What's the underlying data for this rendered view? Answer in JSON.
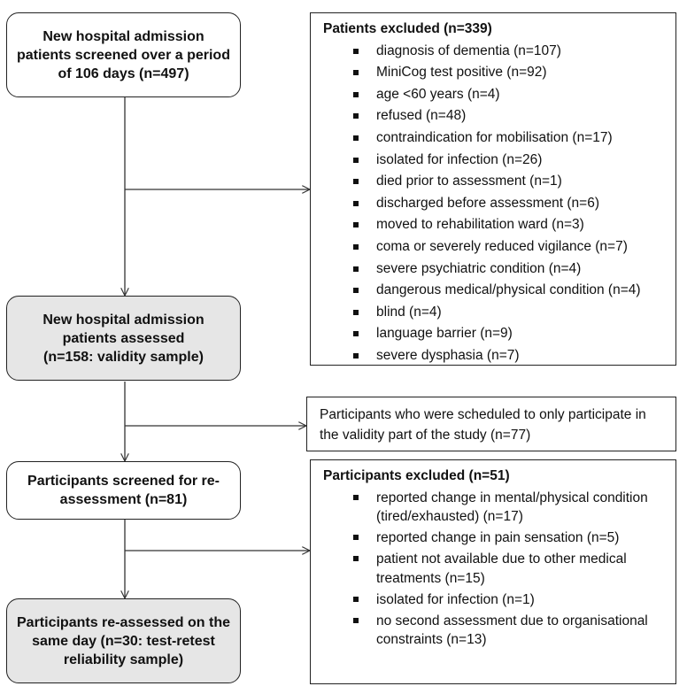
{
  "flow": {
    "screened": "New hospital admission patients screened over a period of 106 days (n=497)",
    "assessed": [
      "New hospital admission",
      "patients assessed",
      "(n=158: validity sample)"
    ],
    "reassess_screened": "Participants screened for re-assessment (n=81)",
    "reassessed": "Participants re-assessed on the same day (n=30: test-retest reliability sample)"
  },
  "excluded_1": {
    "title": "Patients excluded (n=339)",
    "items": [
      "diagnosis of dementia (n=107)",
      "MiniCog test positive (n=92)",
      "age <60 years (n=4)",
      "refused (n=48)",
      "contraindication for mobilisation (n=17)",
      "isolated for infection (n=26)",
      "died prior to assessment (n=1)",
      "discharged before assessment (n=6)",
      "moved to rehabilitation ward (n=3)",
      "coma or severely reduced vigilance (n=7)",
      "severe psychiatric condition (n=4)",
      "dangerous medical/physical condition (n=4)",
      "blind (n=4)",
      "language barrier (n=9)",
      "severe dysphasia (n=7)"
    ]
  },
  "scheduled": {
    "text": "Participants who were scheduled to only participate in the validity part of the study (n=77)"
  },
  "excluded_2": {
    "title": "Participants excluded (n=51)",
    "items": [
      "reported change in mental/physical condition (tired/exhausted) (n=17)",
      "reported change in pain sensation (n=5)",
      "patient not available due to other medical treatments (n=15)",
      "isolated for infection (n=1)",
      "no second assessment due to organisational constraints (n=13)"
    ]
  }
}
